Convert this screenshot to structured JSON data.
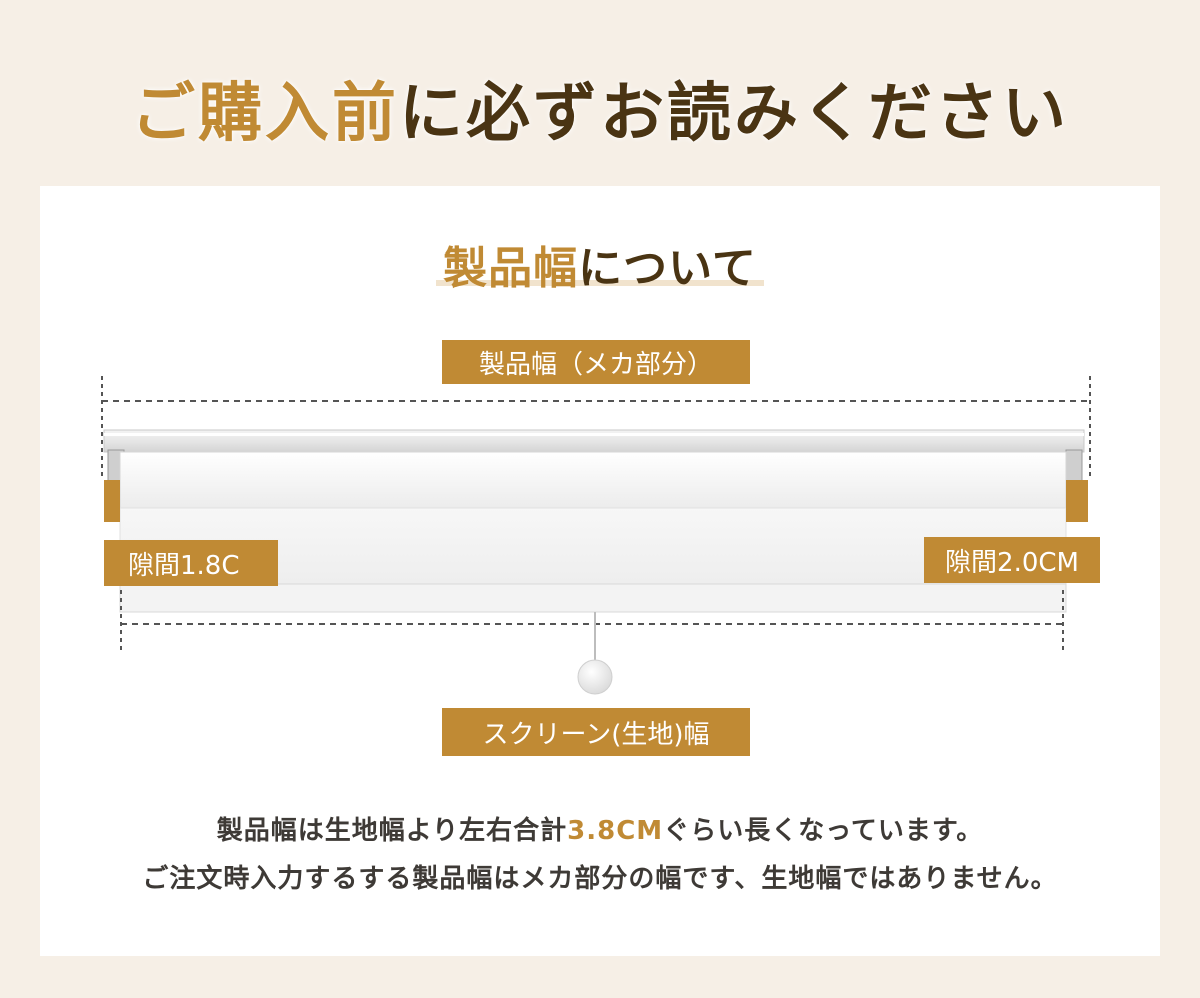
{
  "header": {
    "title_accent": "ご購入前",
    "title_rest": "に必ずお読みください"
  },
  "section": {
    "title_accent": "製品幅",
    "title_rest": "について"
  },
  "labels": {
    "product_width": "製品幅（メカ部分）",
    "gap_left": "隙間1.8C",
    "gap_right": "隙間2.0CM",
    "screen_width": "スクリーン(生地)幅"
  },
  "notes": {
    "line1_pre": "製品幅は生地幅より左右合計",
    "line1_accent": "3.8CM",
    "line1_post": "ぐらい長くなっています。",
    "line2": "ご注文時入力するする製品幅はメカ部分の幅です、生地幅ではありません。"
  },
  "colors": {
    "accent": "#c08a34",
    "dark_brown": "#4a3413",
    "text": "#3e3a36"
  }
}
